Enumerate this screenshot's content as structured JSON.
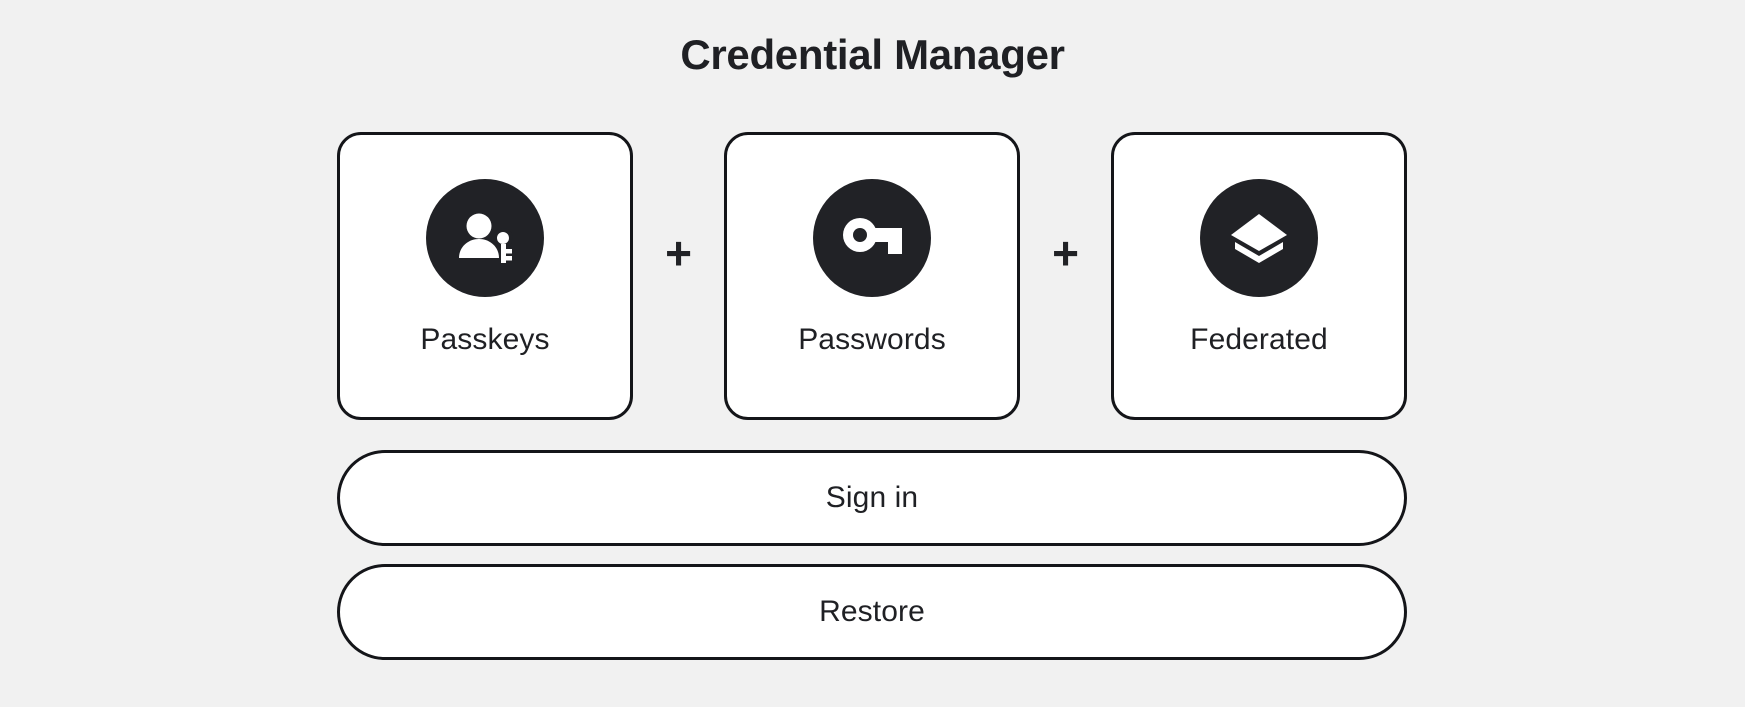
{
  "header": {
    "title": "Credential Manager"
  },
  "credential_types": [
    {
      "label": "Passkeys",
      "icon": "person-key-icon"
    },
    {
      "label": "Passwords",
      "icon": "key-icon"
    },
    {
      "label": "Federated",
      "icon": "layers-icon"
    }
  ],
  "separators": {
    "plus": "+"
  },
  "actions": [
    {
      "label": "Sign in"
    },
    {
      "label": "Restore"
    }
  ],
  "colors": {
    "background": "#f1f1f1",
    "surface": "#ffffff",
    "outline": "#141519",
    "icon_badge": "#212226",
    "text": "#1f2024"
  }
}
